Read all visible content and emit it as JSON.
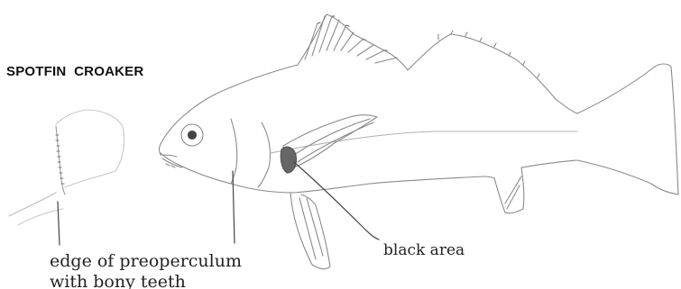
{
  "title": "SPOTFIN  CROAKER",
  "labels": {
    "preoperculum_line1": "edge of preoperculum",
    "preoperculum_line2": "with bony teeth",
    "black_area": "black area"
  }
}
